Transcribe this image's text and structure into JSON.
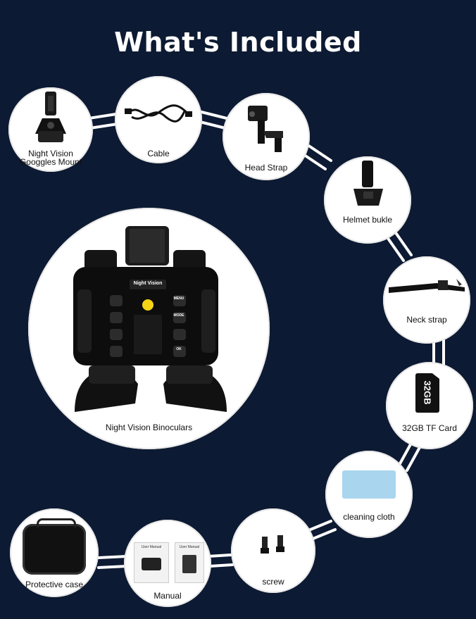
{
  "title": "What's Included",
  "items": {
    "mount": {
      "label_line1": "Night Vision",
      "label_line2": "Googgles Mount"
    },
    "cable": {
      "label": "Cable"
    },
    "head_strap": {
      "label": "Head Strap"
    },
    "helmet": {
      "label": "Helmet bukle"
    },
    "neck_strap": {
      "label": "Neck strap"
    },
    "tf_card": {
      "label": "32GB TF Card",
      "card_text": "32GB"
    },
    "cloth": {
      "label": "cleaning cloth"
    },
    "screw": {
      "label": "screw"
    },
    "manual": {
      "label": "Manual",
      "page_title": "User Manual"
    },
    "case": {
      "label": "Protective case"
    },
    "binoculars": {
      "label": "Night Vision Binoculars",
      "brand_text": "Night Vision",
      "button_labels": [
        "MENU",
        "MODE",
        "OK"
      ]
    }
  },
  "colors": {
    "background": "#0d1a33",
    "circle": "#ffffff",
    "link": "#ffffff",
    "accent": "#f5d515"
  }
}
